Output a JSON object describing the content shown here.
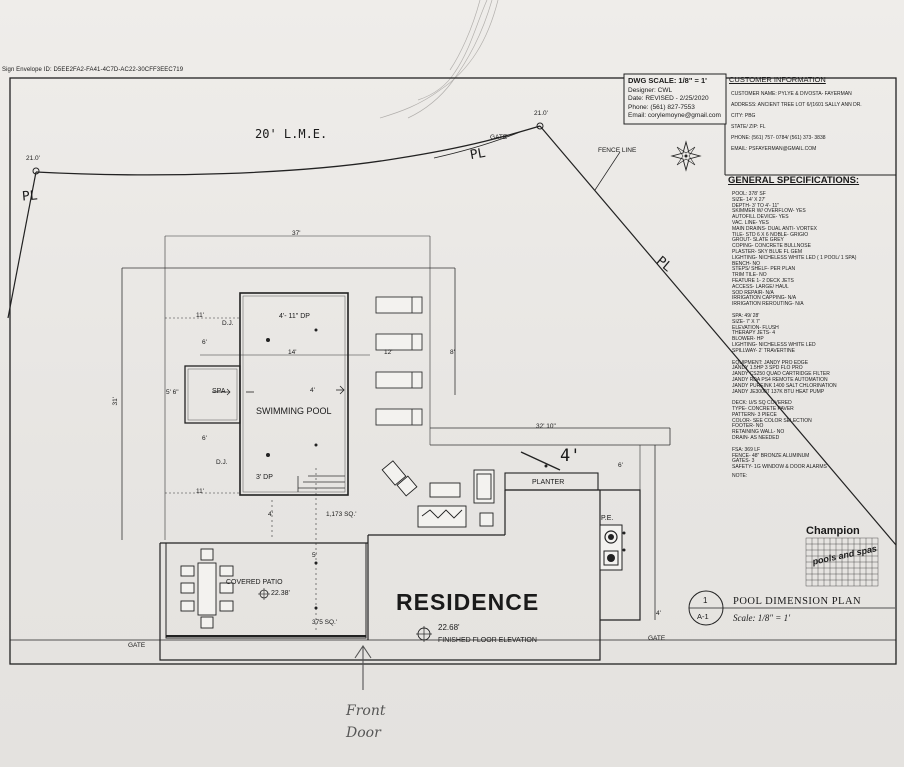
{
  "envelope_id": "Sign Envelope ID: D5EE2FA2-FA41-4C7D-AC22-30CFF3EEC719",
  "title_block": {
    "scale": "DWG SCALE: 1/8\" = 1'",
    "designer": "Designer: CWL",
    "date": "Date: REVISED - 2/25/2020",
    "phone": "Phone: (561) 827-7553",
    "email": "Email: corylemoyne@gmail.com"
  },
  "customer": {
    "heading": "CUSTOMER INFORMATION",
    "name": "CUSTOMER NAME: PYLYE & DIVOSTA- FAYERMAN",
    "address": "ADDRESS: ANCIENT TREE LOT 6/(1601 SALLY ANN DR.",
    "city": "CITY: PBG",
    "state": "STATE/ ZIP: FL",
    "phone": "PHONE: (561) 757- 0784/ (561) 373- 3838",
    "email": "EMAIL: PSFAYERMAN@GMAIL.COM"
  },
  "specs": {
    "heading": "GENERAL SPECIFICATIONS:",
    "pool": [
      "POOL: 378' SF",
      "SIZE- 14' X 27'",
      "DEPTH- 3' TO 4'- 11\"",
      "SKIMMER W/ OVERFLOW- YES",
      "AUTOFILL DEVICE- YES",
      "VAC. LINE- YES",
      "MAIN DRAINS- DUAL ANTI- VORTEX",
      "TILE- STD 6 X 6 NOBLE- GRIGIO",
      "GROUT- SLATE GREY",
      "COPING- CONCRETE BULLNOSE",
      "PLASTER- SKY BLUE FL GEM",
      "LIGHTING- NICHELESS WHITE LED ( 1 POOL/ 1 SPA)",
      "BENCH- NO",
      "STEPS/ SHELF- PER PLAN",
      "TRIM TILE- NO",
      "FEATURE 1- 2 DECK JETS",
      "ACCESS- LARGE/ HAUL",
      "SOD REPAIR- N/A",
      "IRRIGATION CAPPING- N/A",
      "IRRIGATION REROUTING- N/A"
    ],
    "spa": [
      "SPA: 49/ 28'",
      "SIZE- 7' X 7'",
      "ELEVATION- FLUSH",
      "THERAPY JETS- 4",
      "BLOWER- HP",
      "LIGHTING- NICHELESS WHITE LED",
      "SPILLWAY- 2' TRAVERTINE"
    ],
    "equipment": [
      "EQUIPMENT: JANDY PRO EDGE",
      "JANDY 1.5HP 3 SPD FLO PRO",
      "JANDY CS250 QUAD CARTRIDGE FILTER",
      "JANDY RDA PS4 REMOTE AUTOMATION",
      "JANDY PUREINK 1400 SALT CHLORINATION",
      "JANDY JE3000T 137K BTU HEAT PUMP"
    ],
    "deck": [
      "DECK: U/S SQ COVERED",
      "TYPE- CONCRETE PAVER",
      "PATTERN- 3 PIECE",
      "COLOR- SEE COLOR SELECTION",
      "FOOTER- NO",
      "RETAINING WALL- NO",
      "DRAIN- AS NEEDED"
    ],
    "fence": [
      "FSA: 369 LF",
      "FENCE- 48\" BRONZE ALUMINUM",
      "GATES- 3",
      "SAFETY- 1G WINDOW & DOOR ALARMS"
    ],
    "note": "NOTE:"
  },
  "labels": {
    "lme": "20' L.M.E.",
    "elev_left": "21.0'",
    "elev_right": "21.0'",
    "gate_top": "GATE",
    "fence_line": "FENCE LINE",
    "pl": "PL",
    "dim_37": "37'",
    "dim_31": "31'",
    "dim_11_top": "11'",
    "dim_11_bot": "11'",
    "dim_14": "14'",
    "dim_12": "12'",
    "dim_6_top": "6'",
    "dim_6_bot": "6'",
    "dim_56": "5' 6\"",
    "dim_4_a": "4'",
    "dim_4_b": "4'",
    "dim_8": "8'",
    "dim_5": "5'",
    "dim_6_right": "6'",
    "dim_4_small": "4'",
    "dim_3210": "32' 10\"",
    "dim_4_handwritten": "4'",
    "dj_top": "D.J.",
    "dj_bot": "D.J.",
    "dp_deep": "4'- 11\" DP",
    "dp_shallow": "3' DP",
    "pool_name": "SWIMMING POOL",
    "spa": "SPA",
    "planter": "PLANTER",
    "pe": "P.E.",
    "covered_patio": "COVERED PATIO",
    "patio_elev": "22.38'",
    "sq_1173": "1,173 SQ.'",
    "sq_375": "375 SQ.'",
    "residence": "RESIDENCE",
    "floor_elev": "22.68'",
    "floor_elev_label": "FINISHED FLOOR ELEVATION",
    "gate_left": "GATE",
    "gate_right": "GATE",
    "front_door": "Front Door",
    "plan_number": "1",
    "plan_sheet": "A-1",
    "plan_title": "POOL DIMENSION PLAN",
    "plan_scale": "Scale: 1/8\" = 1'",
    "logo_name": "Champion",
    "logo_script": "pools and spas"
  }
}
